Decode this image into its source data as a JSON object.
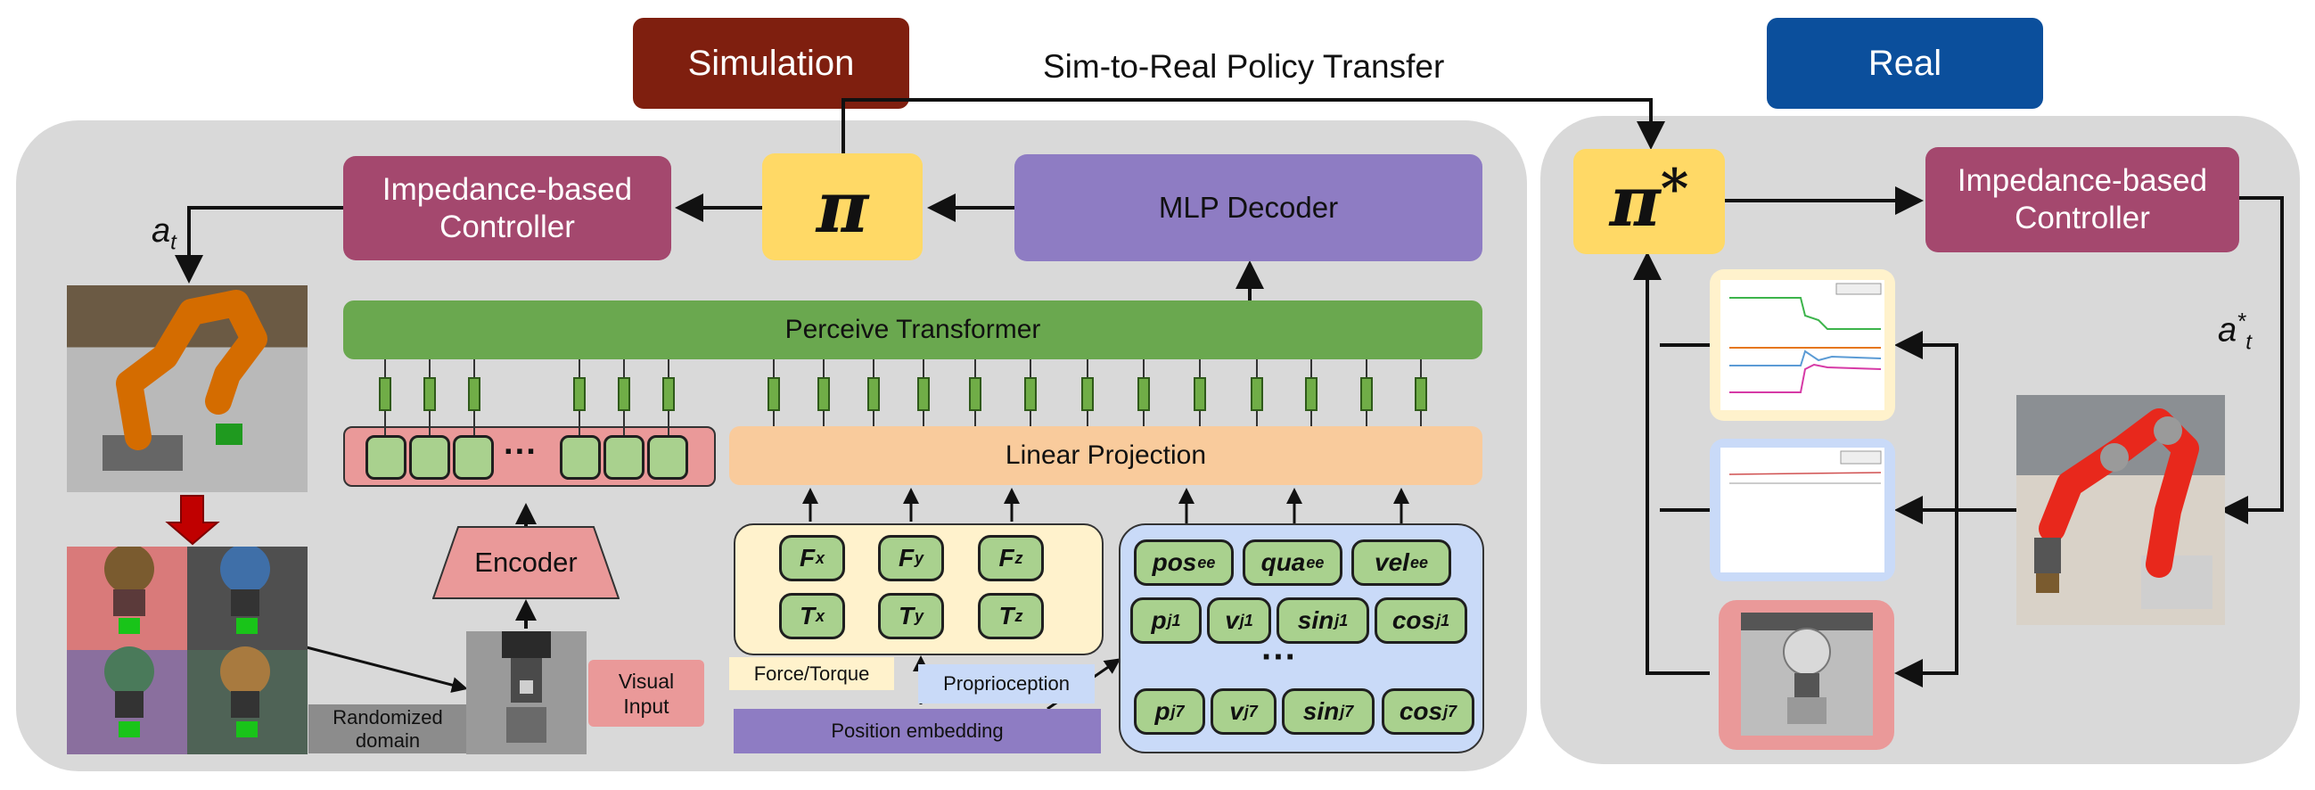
{
  "header": {
    "simulation": "Simulation",
    "real": "Real",
    "transfer": "Sim-to-Real Policy Transfer"
  },
  "sim": {
    "controller": "Impedance-based Controller",
    "policy": "π",
    "decoder": "MLP Decoder",
    "transformer": "Perceive Transformer",
    "projection": "Linear Projection",
    "encoder": "Encoder",
    "visual_input": "Visual Input",
    "randomized_domain": "Randomized domain",
    "action_label": "a",
    "action_sub": "t",
    "ellipsis": "···",
    "force_torque": "Force/Torque",
    "proprioception": "Proprioception",
    "position_embedding": "Position embedding",
    "force_chips": [
      {
        "base": "F",
        "sub": "x"
      },
      {
        "base": "F",
        "sub": "y"
      },
      {
        "base": "F",
        "sub": "z"
      },
      {
        "base": "T",
        "sub": "x"
      },
      {
        "base": "T",
        "sub": "y"
      },
      {
        "base": "T",
        "sub": "z"
      }
    ],
    "proprio_row1": [
      {
        "base": "pos",
        "sub": "ee"
      },
      {
        "base": "qua",
        "sub": "ee"
      },
      {
        "base": "vel",
        "sub": "ee"
      }
    ],
    "proprio_row2": [
      {
        "base": "p",
        "sub": "j1"
      },
      {
        "base": "v",
        "sub": "j1"
      },
      {
        "base": "sin",
        "sub": "j1"
      },
      {
        "base": "cos",
        "sub": "j1"
      }
    ],
    "proprio_row3": [
      {
        "base": "p",
        "sub": "j7"
      },
      {
        "base": "v",
        "sub": "j7"
      },
      {
        "base": "sin",
        "sub": "j7"
      },
      {
        "base": "cos",
        "sub": "j7"
      }
    ],
    "proprio_ellipsis": "···"
  },
  "real": {
    "policy": "π",
    "policy_star": "*",
    "controller": "Impedance-based Controller",
    "action_label": "a",
    "action_star": "*",
    "action_sub": "t"
  },
  "colors": {
    "panel": "#d9d9d9",
    "simulation_box": "#7f1f0f",
    "real_box": "#0b4f9c",
    "controller": "#a4486e",
    "policy": "#ffd966",
    "decoder": "#8e7cc3",
    "transformer": "#6aa84f",
    "projection": "#f9cb9c",
    "encoder": "#ea9999",
    "force_bg": "#fff2cc",
    "proprio_bg": "#c9daf8",
    "position_embedding": "#8e7cc3"
  }
}
